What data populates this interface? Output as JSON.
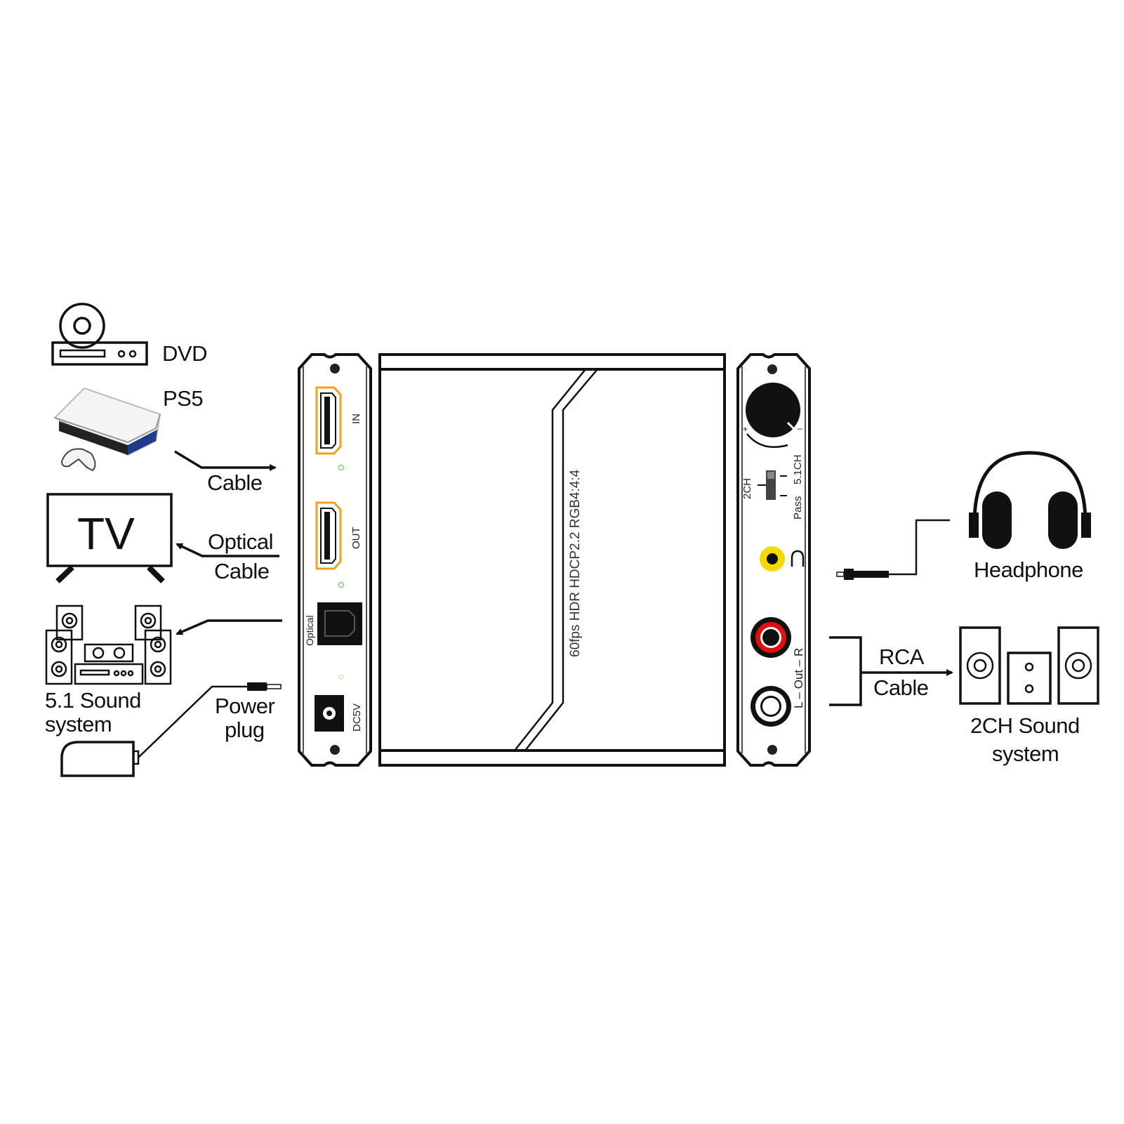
{
  "sources": {
    "dvd": "DVD",
    "ps5": "PS5",
    "tv": "TV",
    "cable": "Cable",
    "optical_cable_line1": "Optical",
    "optical_cable_line2": "Cable",
    "sound51_line1": "5.1 Sound",
    "sound51_line2": "system",
    "power_line1": "Power",
    "power_line2": "plug"
  },
  "device": {
    "left_panel": {
      "hdmi_in": "IN",
      "hdmi_out": "OUT",
      "optical": "Optical",
      "power": "DC5V"
    },
    "body_text": "60fps HDR HDCP2.2 RGB4:4:4",
    "right_panel": {
      "switch_2ch": "2CH",
      "switch_51": "5.1CH",
      "switch_pass": "Pass",
      "rca_label": "L – Out – R",
      "knob_plus": "+",
      "knob_minus": "–"
    },
    "colors": {
      "hdmi_port": "#f0a020",
      "headphone_jack": "#f5d800",
      "rca_right": "#e01010",
      "rca_left": "#ffffff",
      "indicator_led": "#7ccf7c"
    }
  },
  "outputs": {
    "headphone": "Headphone",
    "rca_line1": "RCA",
    "rca_line2": "Cable",
    "sound2ch_line1": "2CH Sound",
    "sound2ch_line2": "system"
  },
  "icons": [
    "dvd-player-icon",
    "ps5-console-icon",
    "tv-icon",
    "surround-speakers-icon",
    "power-adapter-icon",
    "headphone-icon",
    "stereo-speakers-icon"
  ]
}
